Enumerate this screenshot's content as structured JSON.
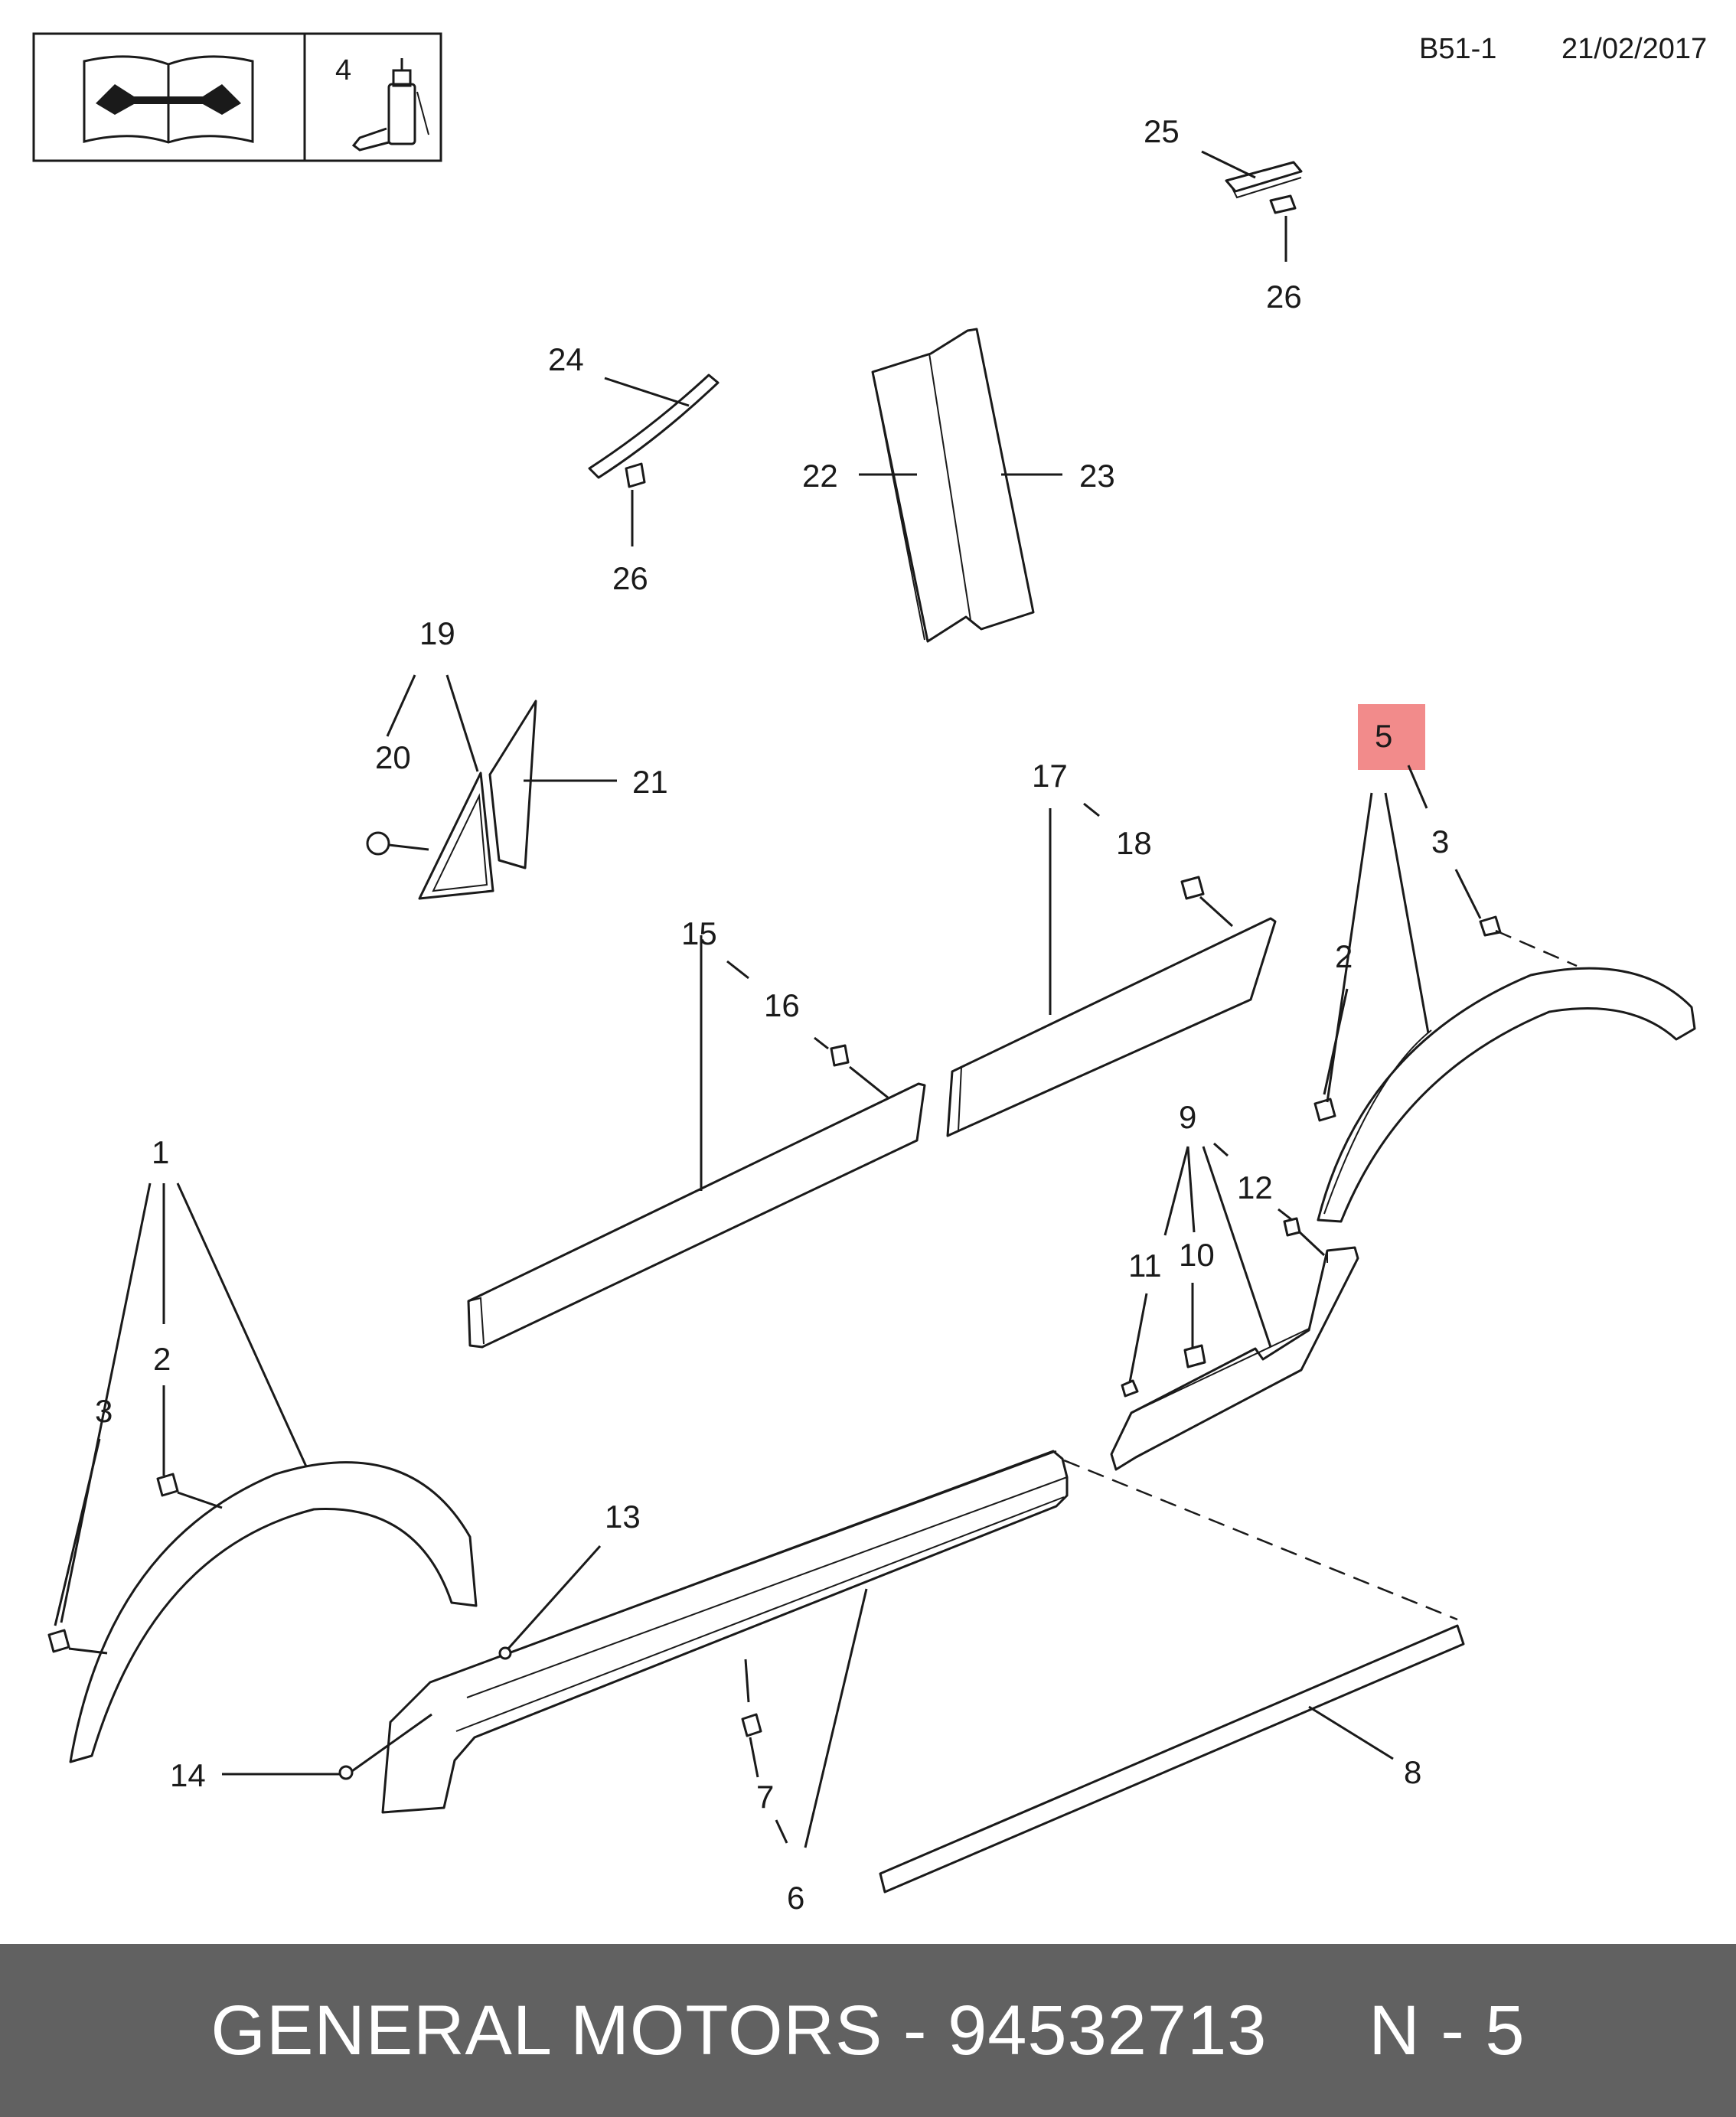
{
  "header": {
    "code": "B51-1",
    "date": "21/02/2017"
  },
  "legend": {
    "adhesive_ref": "4"
  },
  "callouts": {
    "c1": "1",
    "c2a": "2",
    "c2b": "2",
    "c3a": "3",
    "c3b": "3",
    "c5": "5",
    "c6": "6",
    "c7": "7",
    "c8": "8",
    "c9": "9",
    "c10": "10",
    "c11": "11",
    "c12": "12",
    "c13": "13",
    "c14": "14",
    "c15": "15",
    "c16": "16",
    "c17": "17",
    "c18": "18",
    "c19": "19",
    "c20": "20",
    "c21": "21",
    "c22": "22",
    "c23": "23",
    "c24": "24",
    "c25": "25",
    "c26a": "26",
    "c26b": "26"
  },
  "highlight": {
    "callout": "5",
    "color": "#f28b8b"
  },
  "footer": {
    "text": "GENERAL MOTORS - 94532713     N - 5",
    "background": "#616161",
    "color": "#ffffff"
  }
}
